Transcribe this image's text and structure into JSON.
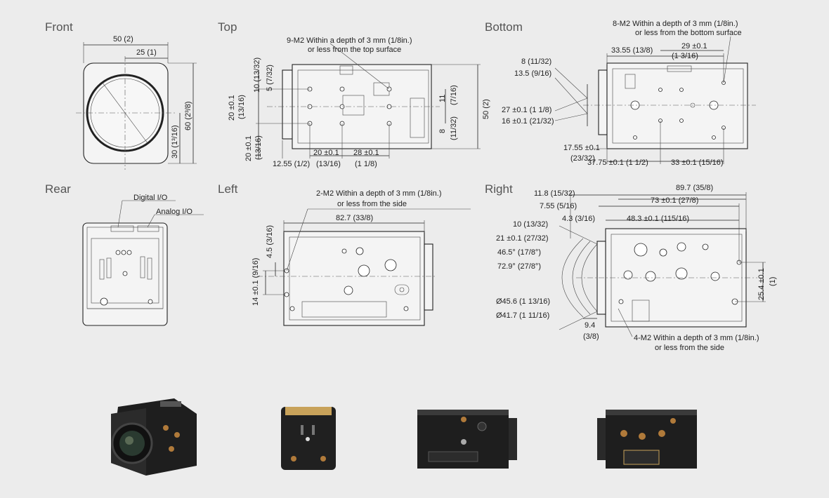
{
  "views": {
    "front": {
      "title": "Front",
      "dims": {
        "width_outer": "50 (2)",
        "width_half": "25 (1)",
        "height": "60 (2³/8)",
        "height_half": "30 (1³/16)"
      }
    },
    "top": {
      "title": "Top",
      "note_line1": "9-M2  Within a depth of 3 mm (1/8in.)",
      "note_line2": "or less from the top surface",
      "dims": {
        "d10": "10 (13/32)",
        "d5": "5 (7/32)",
        "d20": "20 ±0.1",
        "d20b": "(13/16)",
        "d20c": "20 ±0.1",
        "d20d": "(13/16)",
        "d11": "11",
        "d11b": "(7/16)",
        "d8": "8",
        "d8b": "(11/32)",
        "d50": "50 (2)",
        "d1255": "12.55 (1/2)",
        "dh20": "20 ±0.1",
        "dh20b": "(13/16)",
        "dh28": "28 ±0.1",
        "dh28b": "(1 1/8)"
      }
    },
    "bottom": {
      "title": "Bottom",
      "note_line1": "8-M2  Within a depth of 3 mm (1/8in.)",
      "note_line2": "or less from the bottom surface",
      "dims": {
        "d3355": "33.55 (13/8)",
        "d29": "29 ±0.1",
        "d29b": "(1 3/16)",
        "d8": "8 (11/32)",
        "d135": "13.5 (9/16)",
        "d27": "27 ±0.1 (1 1/8)",
        "d16": "16 ±0.1 (21/32)",
        "d1755": "17.55 ±0.1",
        "d1755b": "(23/32)",
        "d3775": "37.75 ±0.1 (1 1/2)",
        "d33": "33 ±0.1 (15/16)"
      }
    },
    "rear": {
      "title": "Rear",
      "digital": "Digital I/O",
      "analog": "Analog I/O"
    },
    "left": {
      "title": "Left",
      "note_line1": "2-M2  Within a depth of 3 mm (1/8in.)",
      "note_line2": "or less from the side",
      "dims": {
        "d827": "82.7 (33/8)",
        "d45": "4.5 (3/16)",
        "d14": "14 ±0.1 (9/16)"
      }
    },
    "right": {
      "title": "Right",
      "note_line1": "4-M2  Within a depth of 3 mm (1/8in.)",
      "note_line2": "or less from the side",
      "dims": {
        "d118": "11.8 (15/32)",
        "d897": "89.7 (35/8)",
        "d755": "7.55 (5/16)",
        "d73": "73 ±0.1 (27/8)",
        "d43": "4.3 (3/16)",
        "d483": "48.3 ±0.1 (115/16)",
        "d10": "10 (13/32)",
        "d21": "21 ±0.1 (27/32)",
        "d465": "46.5° (17/8°)",
        "d729": "72.9° (27/8°)",
        "d456": "Ø45.6 (1 13/16)",
        "d417": "Ø41.7 (1 11/16)",
        "d94": "9.4",
        "d94b": "(3/8)",
        "d254": "25.4 ±0.1",
        "d254b": "(1)"
      }
    }
  }
}
